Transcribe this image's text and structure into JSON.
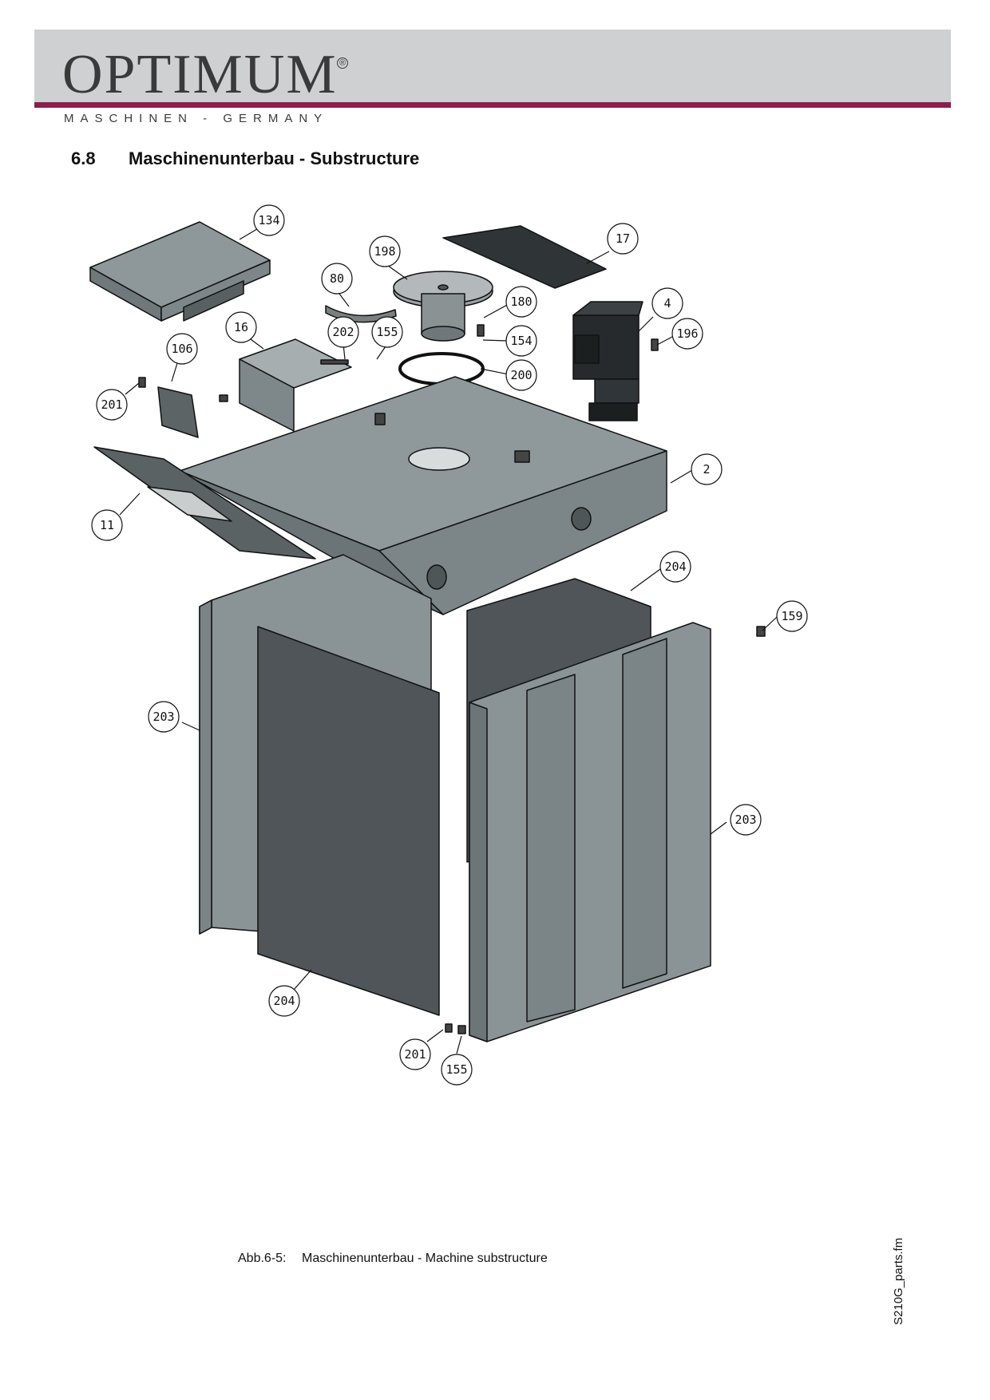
{
  "header": {
    "brand": "OPTIMUM",
    "brand_mark": "®",
    "tagline": "MASCHINEN - GERMANY",
    "colors": {
      "band": "#cfd0d2",
      "rule": "#8a1f4e",
      "logo": "#3a3a3a"
    }
  },
  "section": {
    "number": "6.8",
    "title": "Maschinenunterbau - Substructure"
  },
  "callouts": [
    "134",
    "198",
    "17",
    "80",
    "180",
    "4",
    "16",
    "202",
    "155",
    "154",
    "196",
    "106",
    "200",
    "201",
    "2",
    "11",
    "204",
    "159",
    "203",
    "203",
    "204",
    "201",
    "155"
  ],
  "caption": {
    "label": "Abb.6-5:",
    "text": "Maschinenunterbau - Machine substructure"
  },
  "footer": {
    "filename": "S210G_parts.fm"
  }
}
